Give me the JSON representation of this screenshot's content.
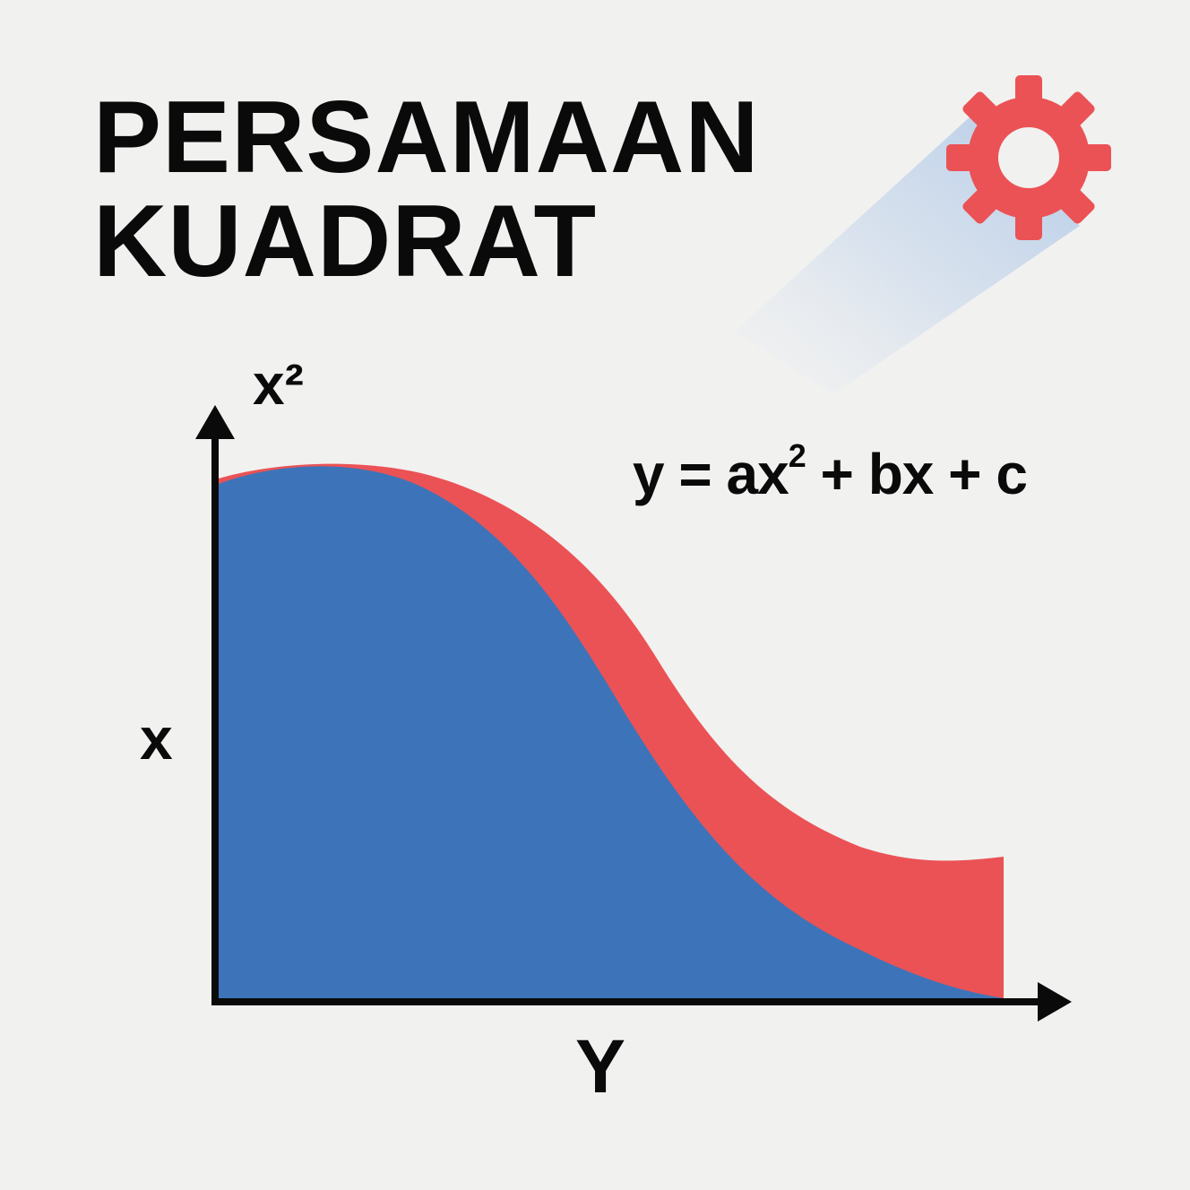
{
  "title": {
    "line1": "PERSAMAAN",
    "line2": "KUADRAT"
  },
  "icon": "gear-icon",
  "equation": {
    "before_sup": "y = ax",
    "sup": "2",
    "after_sup": " + bx + c"
  },
  "axes": {
    "y_label": "x²",
    "side_label": "x",
    "x_label": "Y"
  },
  "colors": {
    "background": "#f1f1f0",
    "blue_area": "#3d74b9",
    "red_area": "#eb5255",
    "gear": "#eb5255",
    "text": "#0a0a0a"
  }
}
